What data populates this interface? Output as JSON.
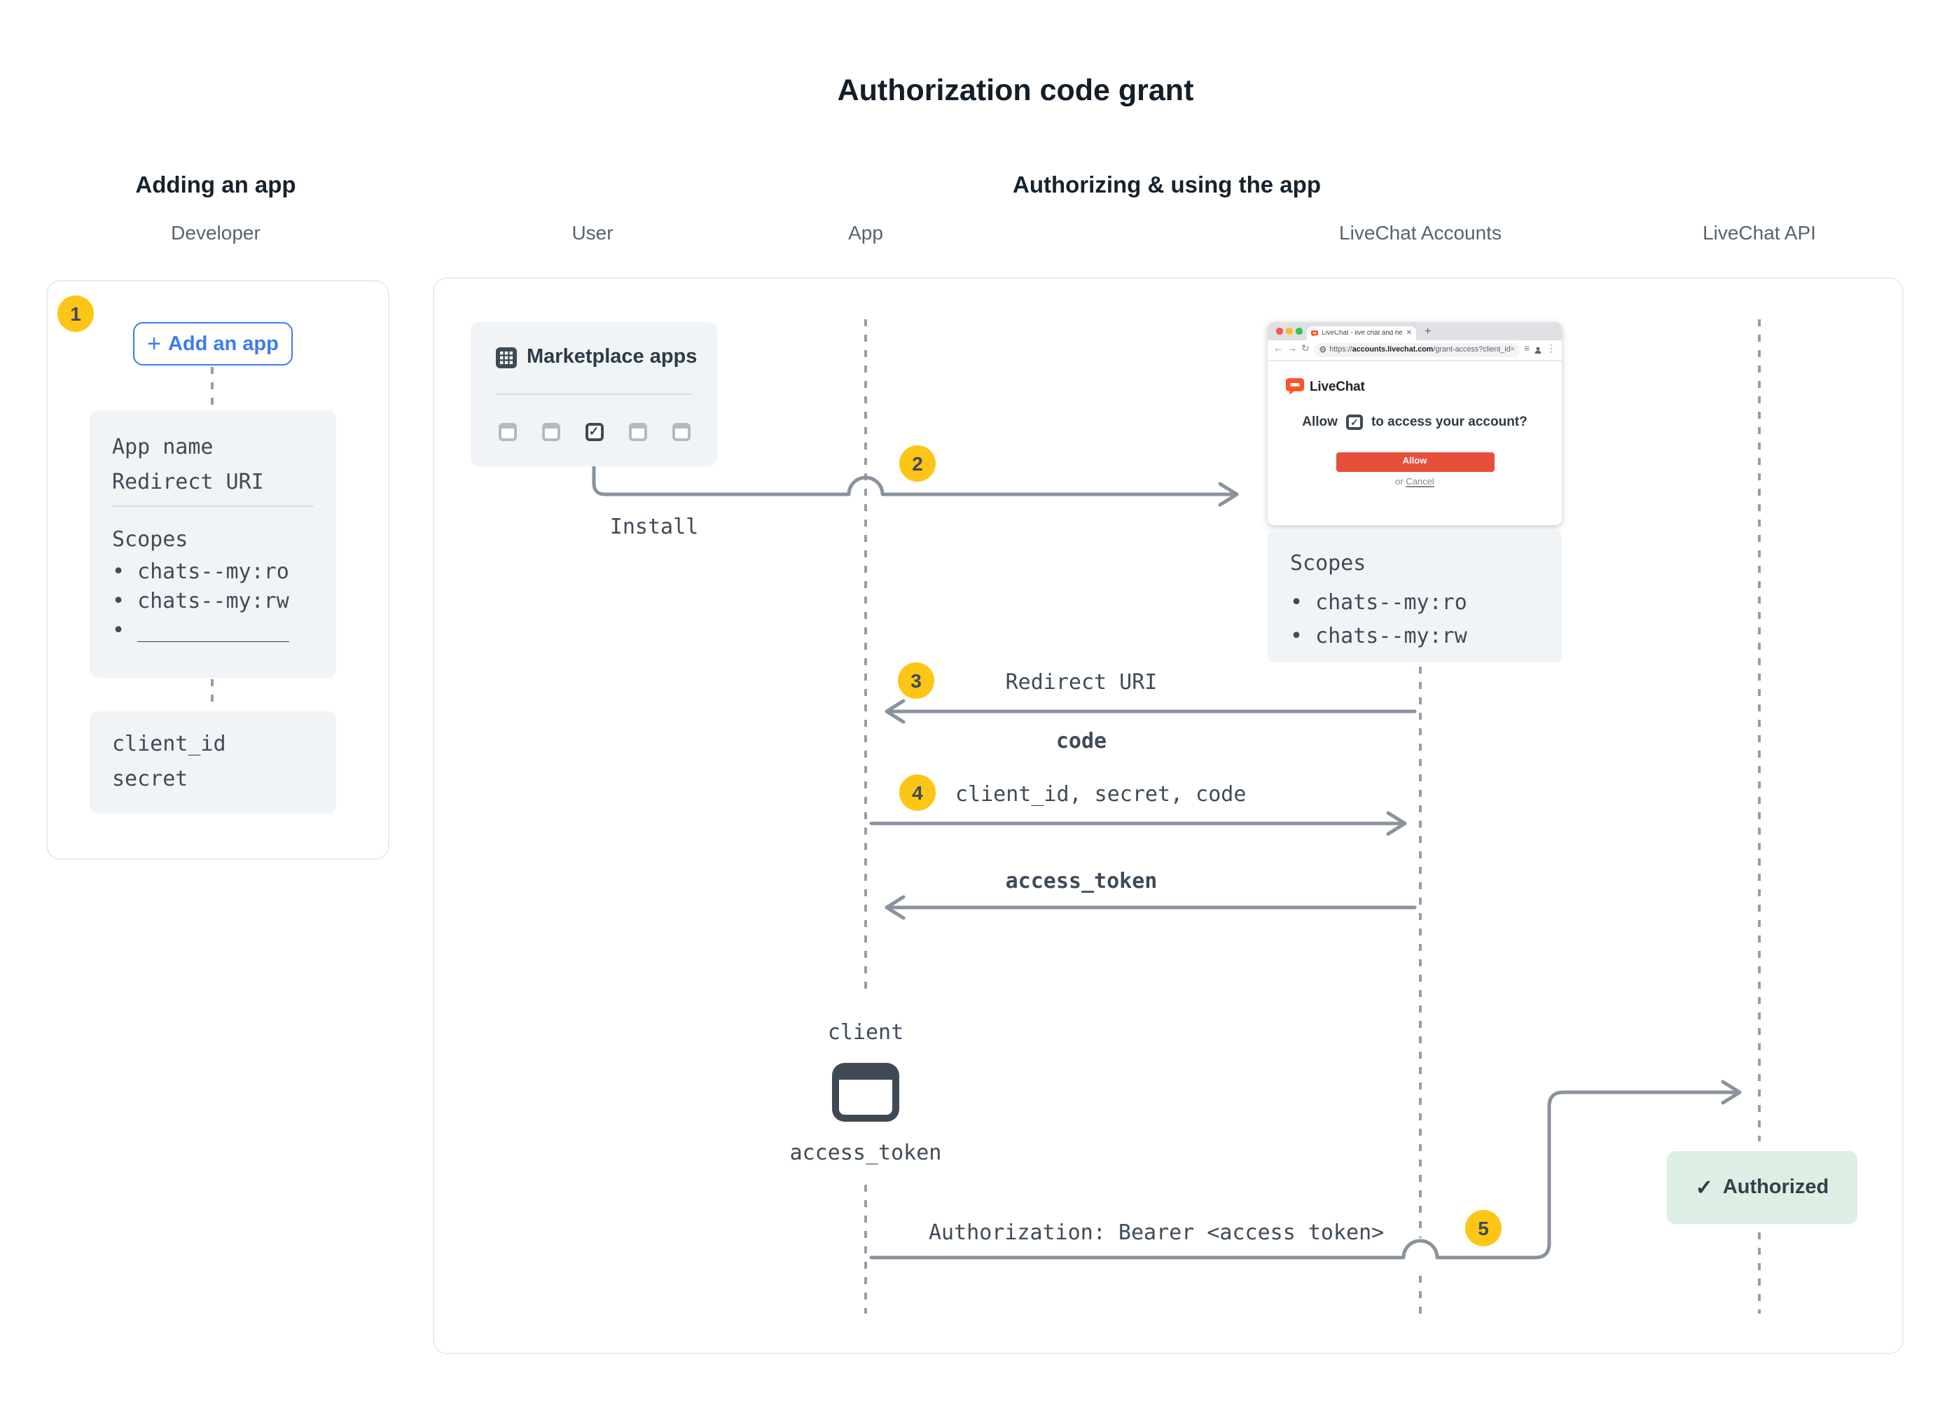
{
  "title": "Authorization code grant",
  "sections": {
    "adding": "Adding an app",
    "authorizing": "Authorizing & using the app"
  },
  "actors": {
    "developer": "Developer",
    "user": "User",
    "app": "App",
    "accounts": "LiveChat Accounts",
    "api": "LiveChat API"
  },
  "badges": [
    "1",
    "2",
    "3",
    "4",
    "5"
  ],
  "developer_flow": {
    "add_button": "Add an app",
    "form": {
      "line1": "App name",
      "line2": "Redirect URI",
      "scopes_title": "Scopes",
      "scopes": [
        "chats--my:ro",
        "chats--my:rw",
        "____________"
      ]
    },
    "credentials": {
      "line1": "client_id",
      "line2": "secret"
    }
  },
  "marketplace": {
    "title": "Marketplace apps"
  },
  "messages": {
    "install": "Install",
    "redirect_uri": "Redirect URI",
    "code": "code",
    "client_creds": "client_id, secret, code",
    "access_token": "access_token",
    "bearer": "Authorization: Bearer <access token>"
  },
  "client": {
    "label": "client",
    "token": "access_token"
  },
  "authorized": {
    "label": "Authorized"
  },
  "browser": {
    "tab_title": "LiveChat - live chat and help d...",
    "url": {
      "scheme": "https://",
      "domain": "accounts.livechat.com",
      "path": "/grant-access?client_id=..."
    },
    "brand": "LiveChat",
    "prompt_prefix": "Allow",
    "prompt_suffix": "to access your account?",
    "allow_button": "Allow",
    "or": "or ",
    "cancel": "Cancel",
    "scopes_title": "Scopes",
    "scopes": [
      "chats--my:ro",
      "chats--my:rw"
    ]
  },
  "icons": {
    "plus": "+",
    "check": "✓",
    "close": "✕",
    "new_tab": "+",
    "back": "←",
    "forward": "→",
    "reload": "↻",
    "menu": "≡",
    "more": "⋮",
    "bullet": "•"
  },
  "colors": {
    "accent_blue": "#3d7bf4",
    "badge_yellow": "#fdc616",
    "arrow_gray": "#8a929c",
    "brand_orange": "#ff5226",
    "allow_red": "#e84f3b",
    "authorized_green_bg": "#ddeee4"
  }
}
